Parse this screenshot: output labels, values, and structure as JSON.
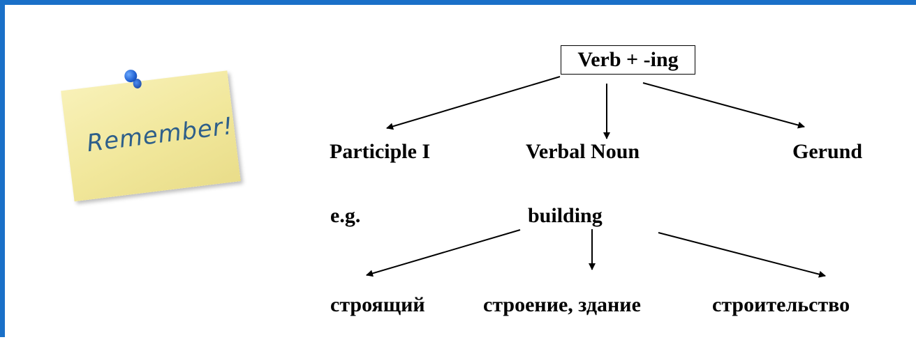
{
  "note": {
    "text": "Remember!"
  },
  "diagram": {
    "root": "Verb + -ing",
    "categories": [
      "Participle I",
      "Verbal Noun",
      "Gerund"
    ],
    "example_label": "e.g.",
    "example_word": "building",
    "translations": [
      "строящий",
      "строение, здание",
      "строительство"
    ]
  },
  "colors": {
    "border": "#1a70c8",
    "note": "#f3ea9f",
    "pin": "#1f5fd0",
    "text": "#000000"
  }
}
